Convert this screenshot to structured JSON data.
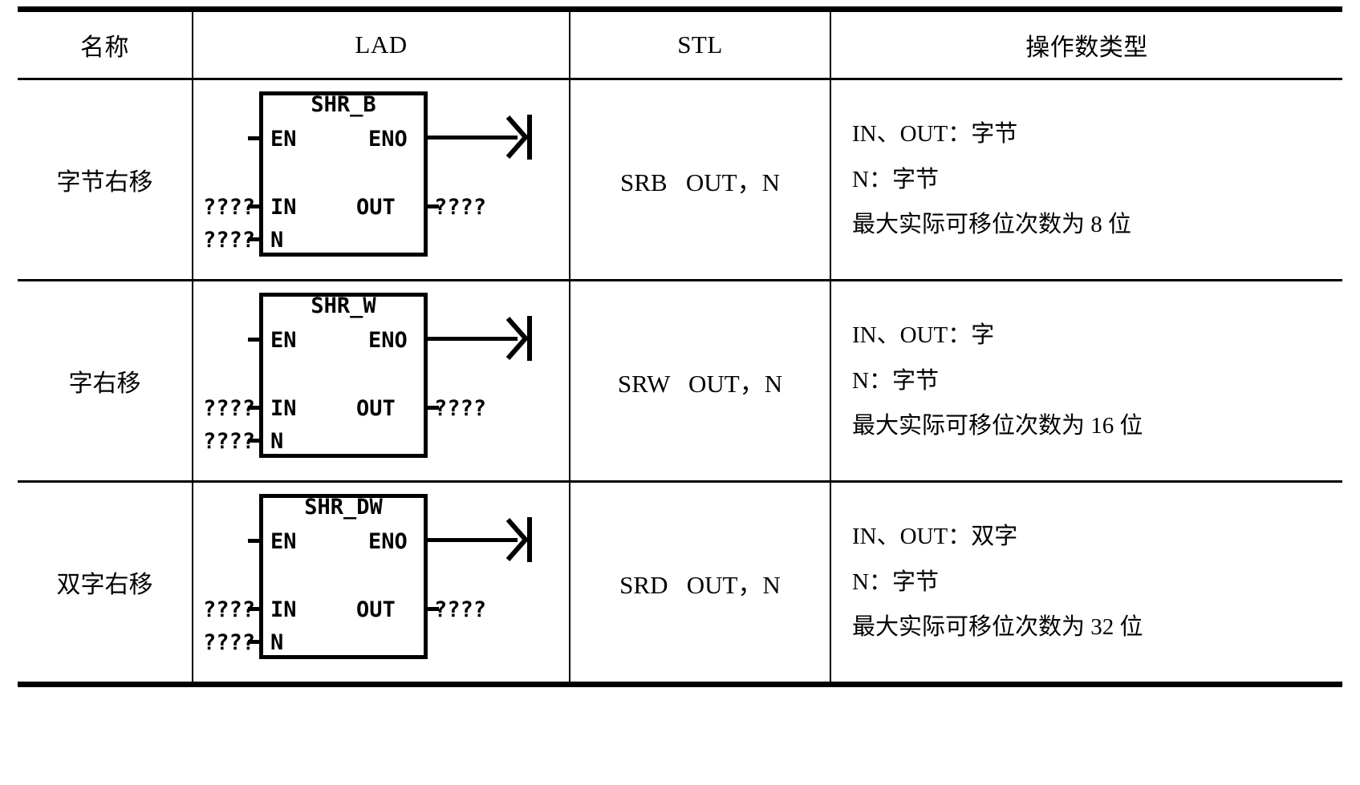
{
  "table": {
    "headers": [
      {
        "label": "名称",
        "name": "header-name"
      },
      {
        "label": "LAD",
        "name": "header-lad"
      },
      {
        "label": "STL",
        "name": "header-stl"
      },
      {
        "label": "操作数类型",
        "name": "header-operand-type"
      }
    ],
    "rows": [
      {
        "name": "字节右移",
        "lad": {
          "title": "SHR_B",
          "en": "EN",
          "eno": "ENO",
          "in": "IN",
          "out": "OUT",
          "n": "N",
          "in_value": "????",
          "n_value": "????",
          "out_value": "????"
        },
        "stl": "SRB   OUT，N",
        "operands": [
          "IN、OUT：字节",
          "N：字节",
          "最大实际可移位次数为 8 位"
        ]
      },
      {
        "name": "字右移",
        "lad": {
          "title": "SHR_W",
          "en": "EN",
          "eno": "ENO",
          "in": "IN",
          "out": "OUT",
          "n": "N",
          "in_value": "????",
          "n_value": "????",
          "out_value": "????"
        },
        "stl": "SRW   OUT，N",
        "operands": [
          "IN、OUT：字",
          "N：字节",
          "最大实际可移位次数为 16 位"
        ]
      },
      {
        "name": "双字右移",
        "lad": {
          "title": "SHR_DW",
          "en": "EN",
          "eno": "ENO",
          "in": "IN",
          "out": "OUT",
          "n": "N",
          "in_value": "????",
          "n_value": "????",
          "out_value": "????"
        },
        "stl": "SRD   OUT，N",
        "operands": [
          "IN、OUT：双字",
          "N：字节",
          "最大实际可移位次数为 32 位"
        ]
      }
    ]
  },
  "colors": {
    "ink": "#000000",
    "paper": "#ffffff"
  }
}
